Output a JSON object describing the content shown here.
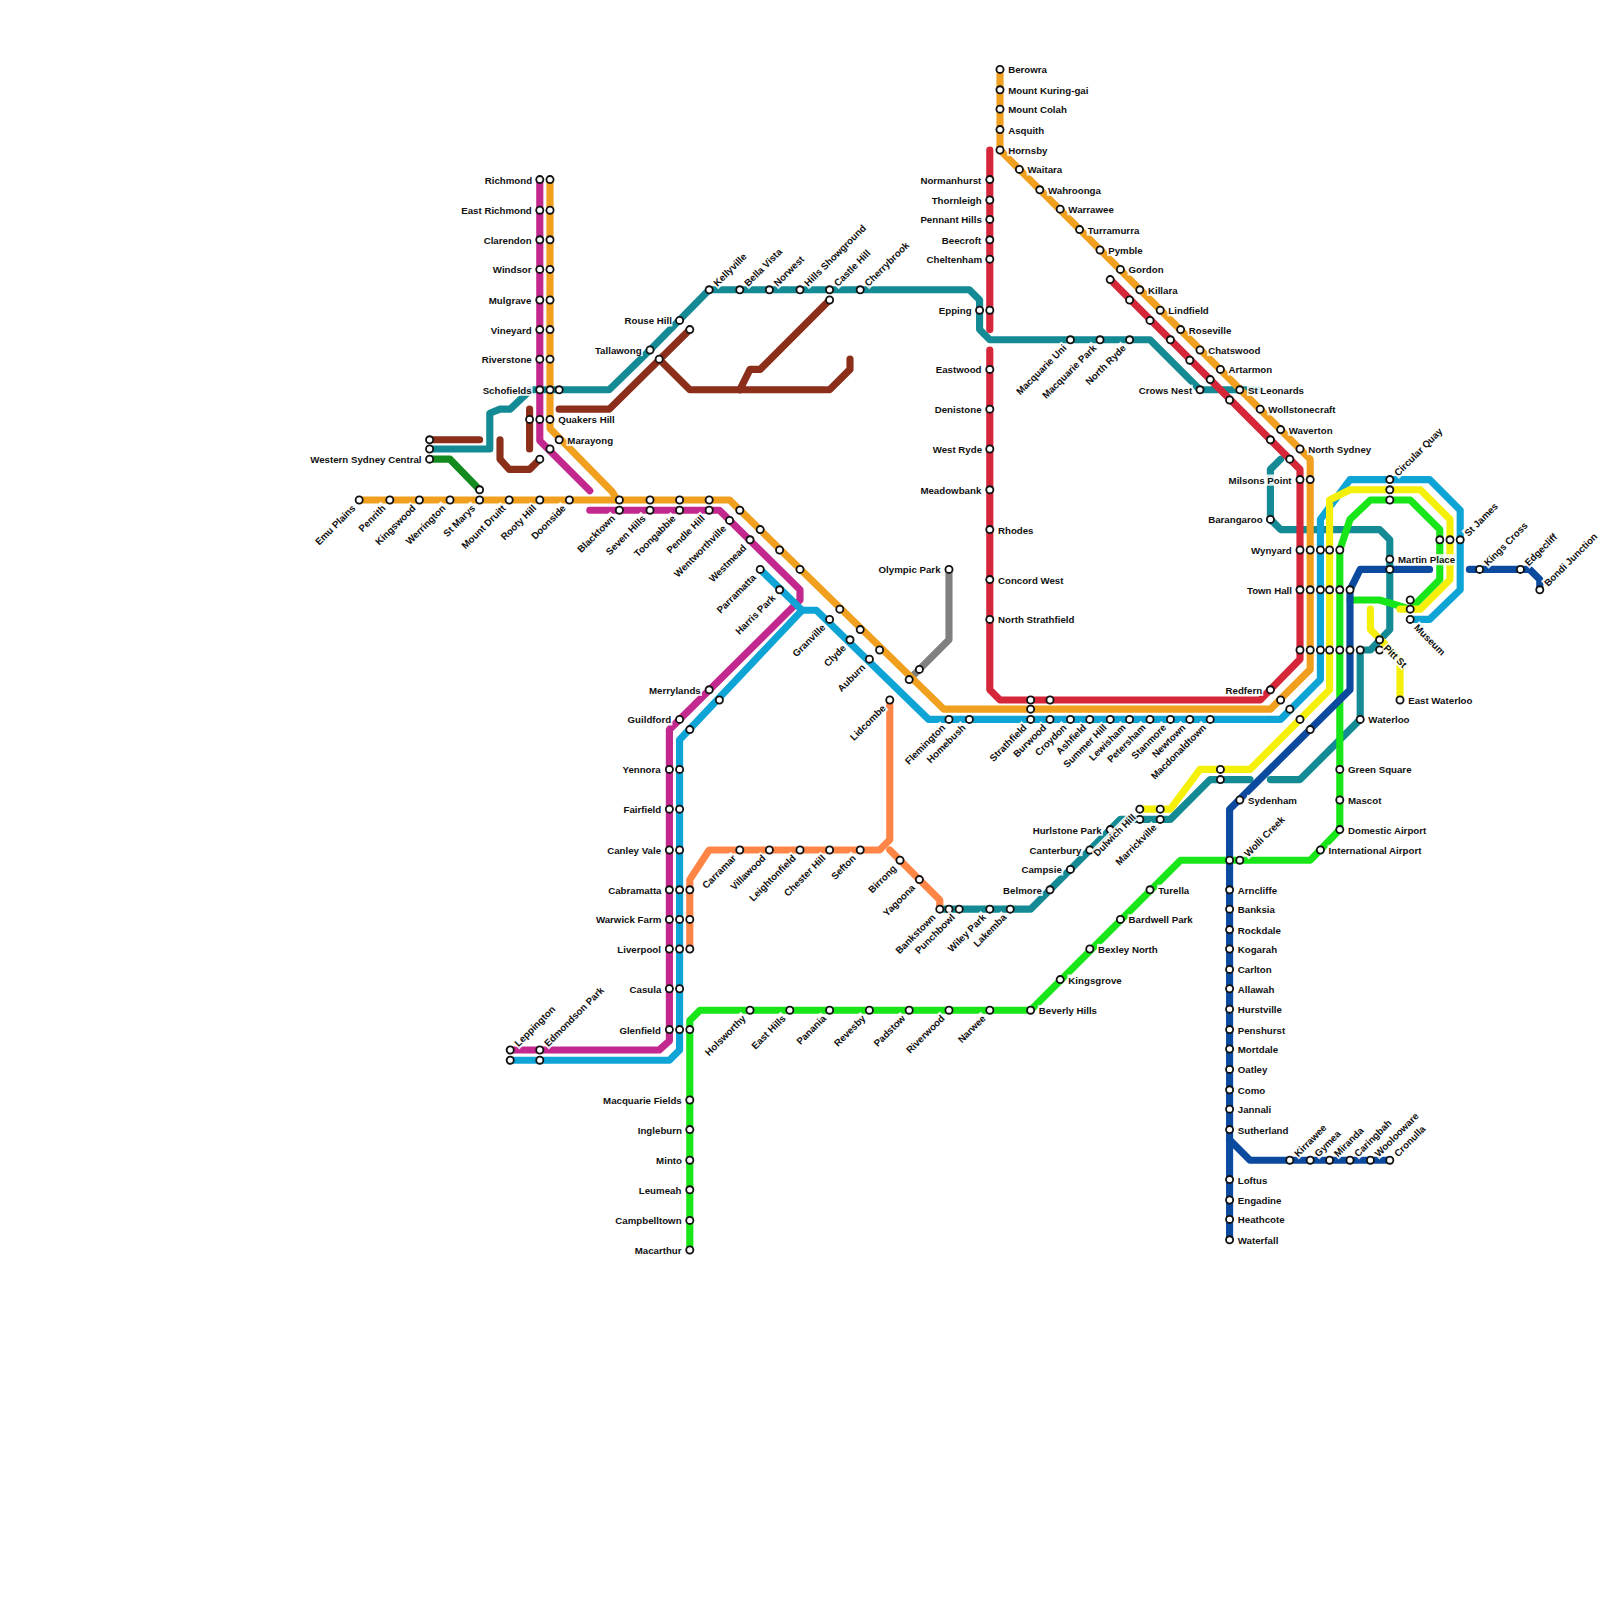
{
  "diagram": {
    "labels": [
      "Berowra",
      "Mount Kuring-gai",
      "Mount Colah",
      "Asquith",
      "Hornsby",
      "Waitara",
      "Wahroonga",
      "Warrawee",
      "Turramurra",
      "Pymble",
      "Gordon",
      "Killara",
      "Lindfield",
      "Roseville",
      "Chatswood",
      "Artarmon",
      "St Leonards",
      "Wollstonecraft",
      "Waverton",
      "North Sydney",
      "Milsons Point",
      "Normanhurst",
      "Thornleigh",
      "Pennant Hills",
      "Beecroft",
      "Cheltenham",
      "Epping",
      "Eastwood",
      "Denistone",
      "West Ryde",
      "Meadowbank",
      "Rhodes",
      "Concord West",
      "North Strathfield",
      "Macquarie Uni",
      "Macquarie Park",
      "North Ryde",
      "Crows Nest",
      "Richmond",
      "East Richmond",
      "Clarendon",
      "Windsor",
      "Mulgrave",
      "Vineyard",
      "Riverstone",
      "Schofields",
      "Quakers Hill",
      "Marayong",
      "Rouse Hill",
      "Tallawong",
      "Kellyville",
      "Bella Vista",
      "Norwest",
      "Hills Showground",
      "Castle Hill",
      "Cherrybrook",
      "Western Sydney Central",
      "Emu Plains",
      "Penrith",
      "Kingswood",
      "Werrington",
      "St Marys",
      "Mount Druitt",
      "Rooty Hill",
      "Doonside",
      "Blacktown",
      "Seven Hills",
      "Toongabbie",
      "Pendle Hill",
      "Wentworthville",
      "Westmead",
      "Parramatta",
      "Harris Park",
      "Granville",
      "Clyde",
      "Auburn",
      "Lidcombe",
      "Olympic Park",
      "Flemington",
      "Homebush",
      "Strathfield",
      "Burwood",
      "Croydon",
      "Ashfield",
      "Summer Hill",
      "Lewisham",
      "Petersham",
      "Stanmore",
      "Newtown",
      "Macdonaldtown",
      "Redfern",
      "Merrylands",
      "Guildford",
      "Yennora",
      "Fairfield",
      "Canley Vale",
      "Cabramatta",
      "Warwick Farm",
      "Liverpool",
      "Casula",
      "Glenfield",
      "Leppington",
      "Edmondson Park",
      "Macquarie Fields",
      "Ingleburn",
      "Minto",
      "Leumeah",
      "Campbelltown",
      "Macarthur",
      "Holsworthy",
      "East Hills",
      "Panania",
      "Revesby",
      "Padstow",
      "Riverwood",
      "Narwee",
      "Beverly Hills",
      "Kingsgrove",
      "Bexley North",
      "Bardwell Park",
      "Turella",
      "Wolli Creek",
      "International Airport",
      "Domestic Airport",
      "Mascot",
      "Green Square",
      "Sydenham",
      "Carramar",
      "Villawood",
      "Leightonfield",
      "Chester Hill",
      "Sefton",
      "Birrong",
      "Yagoona",
      "Bankstown",
      "Punchbowl",
      "Wiley Park",
      "Lakemba",
      "Belmore",
      "Campsie",
      "Canterbury",
      "Hurlstone Park",
      "Dulwich Hill",
      "Marrickville",
      "Arncliffe",
      "Banksia",
      "Rockdale",
      "Kogarah",
      "Carlton",
      "Allawah",
      "Hurstville",
      "Penshurst",
      "Mortdale",
      "Oatley",
      "Como",
      "Jannali",
      "Sutherland",
      "Loftus",
      "Engadine",
      "Heathcote",
      "Waterfall",
      "Kirrawee",
      "Gymea",
      "Miranda",
      "Caringbah",
      "Woolooware",
      "Cronulla",
      "Barangaroo",
      "Wynyard",
      "Town Hall",
      "Circular Quay",
      "Martin Place",
      "St James",
      "Museum",
      "Pitt St",
      "Kings Cross",
      "Edgecliff",
      "Bondi Junction",
      "East Waterloo",
      "Waterloo"
    ]
  }
}
